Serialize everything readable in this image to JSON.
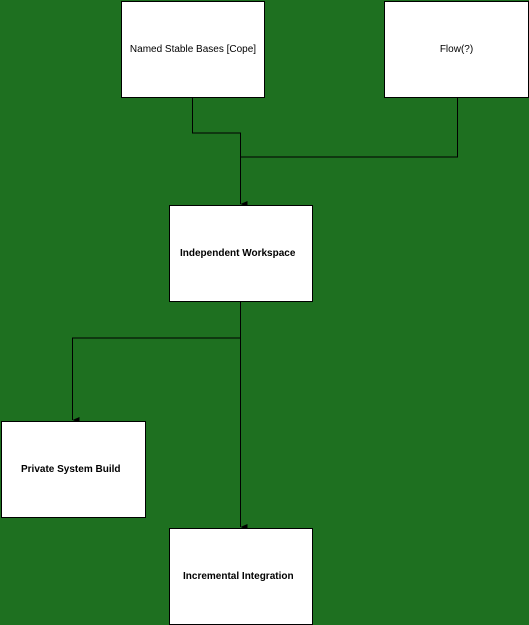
{
  "diagram": {
    "nodes": {
      "named_stable_bases": "Named Stable Bases [Cope]",
      "flow": "Flow(?)",
      "independent_workspace": "Independent Workspace",
      "private_system_build": "Private System Build",
      "incremental_integration": "Incremental Integration"
    },
    "edges": [
      {
        "from": "named_stable_bases",
        "to": "independent_workspace"
      },
      {
        "from": "flow",
        "to": "independent_workspace"
      },
      {
        "from": "independent_workspace",
        "to": "private_system_build"
      },
      {
        "from": "independent_workspace",
        "to": "incremental_integration"
      }
    ],
    "colors": {
      "background": "#1e7020",
      "node_fill": "#ffffff",
      "line": "#000000"
    }
  }
}
